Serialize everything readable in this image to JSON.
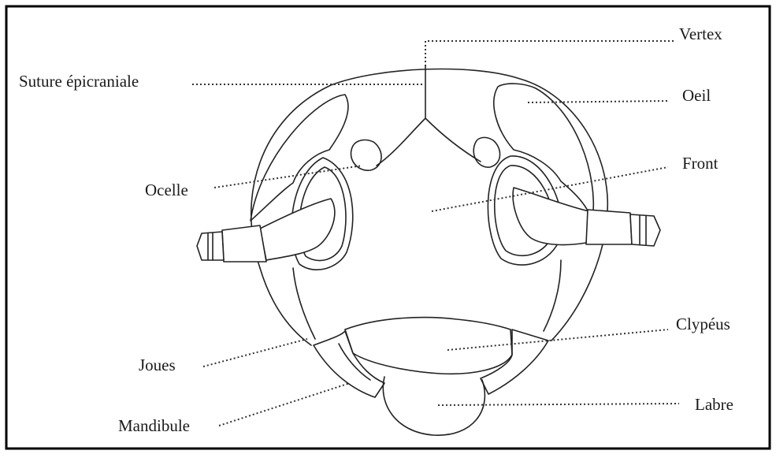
{
  "labels": {
    "vertex": "Vertex",
    "suture": "Suture épicraniale",
    "oeil": "Oeil",
    "front": "Front",
    "ocelle": "Ocelle",
    "clypeus": "Clypéus",
    "joues": "Joues",
    "labre": "Labre",
    "mandibule": "Mandibule"
  }
}
